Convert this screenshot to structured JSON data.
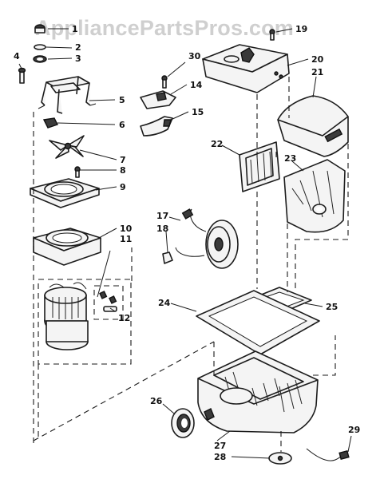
{
  "watermark": "AppliancePartsPros.com",
  "callouts": {
    "c1": "1",
    "c2": "2",
    "c3": "3",
    "c4": "4",
    "c5": "5",
    "c6": "6",
    "c7": "7",
    "c8": "8",
    "c9": "9",
    "c10": "10",
    "c11": "11",
    "c12": "12",
    "c14": "14",
    "c15": "15",
    "c17": "17",
    "c18": "18",
    "c19": "19",
    "c20": "20",
    "c21": "21",
    "c22": "22",
    "c23": "23",
    "c24": "24",
    "c25": "25",
    "c26": "26",
    "c27": "27",
    "c28": "28",
    "c29": "29",
    "c30": "30"
  },
  "colors": {
    "line": "#1c1c1c",
    "paper": "#ffffff",
    "watermark": "#cfcfcf"
  }
}
